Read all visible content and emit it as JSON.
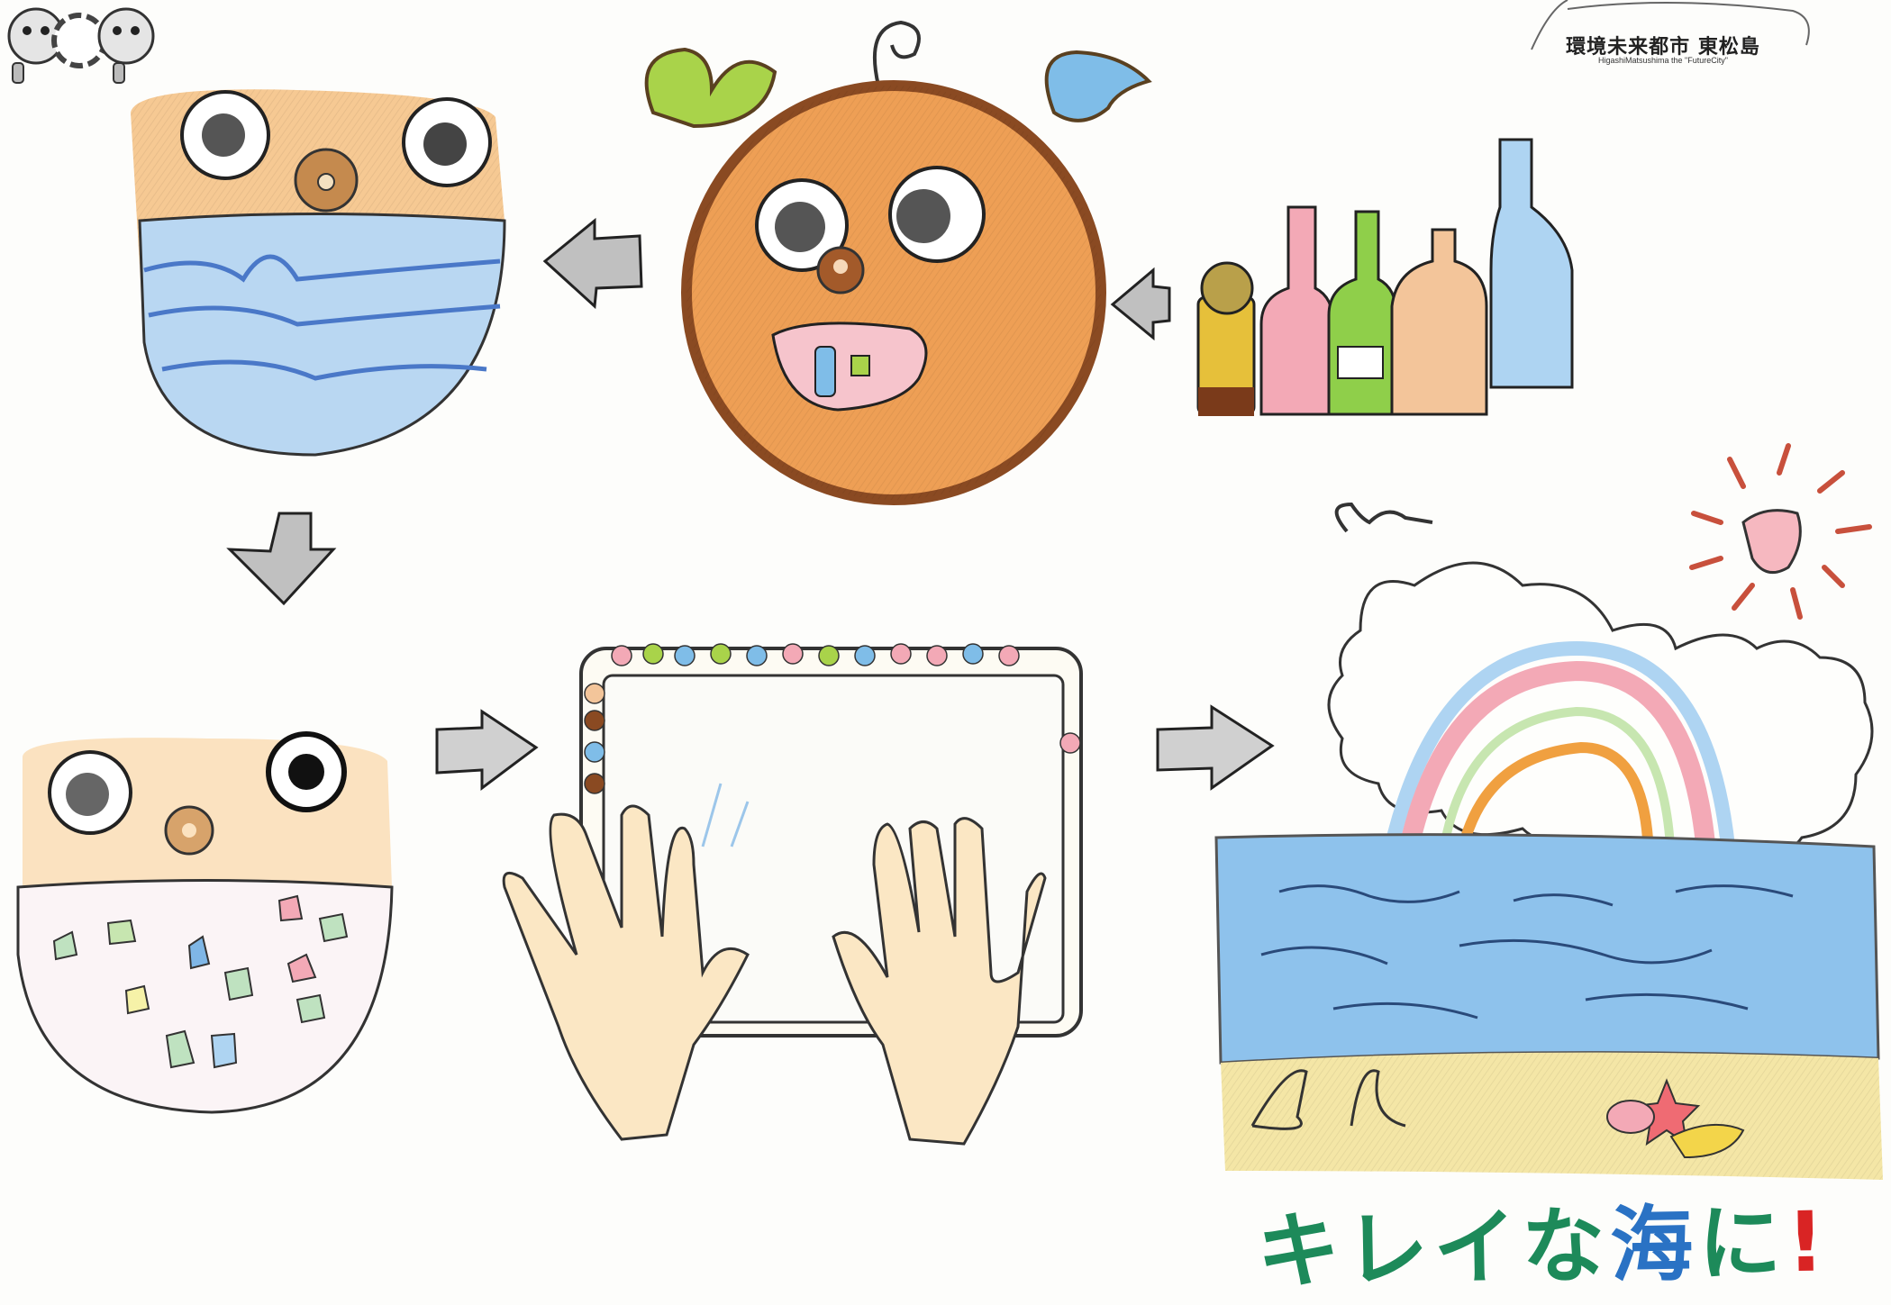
{
  "logo": {
    "main": "環境未来都市 東松島",
    "sub": "HigashiMatsushima the \"FutureCity\""
  },
  "headline": {
    "part1": "キレイな",
    "part2": "海",
    "part3": "に",
    "part4": "!"
  },
  "colors": {
    "orange": "#e8a35a",
    "brown": "#8a4a22",
    "sea_blue": "#7fb6e6",
    "green_text": "#1d8a5a",
    "red": "#d92424"
  }
}
